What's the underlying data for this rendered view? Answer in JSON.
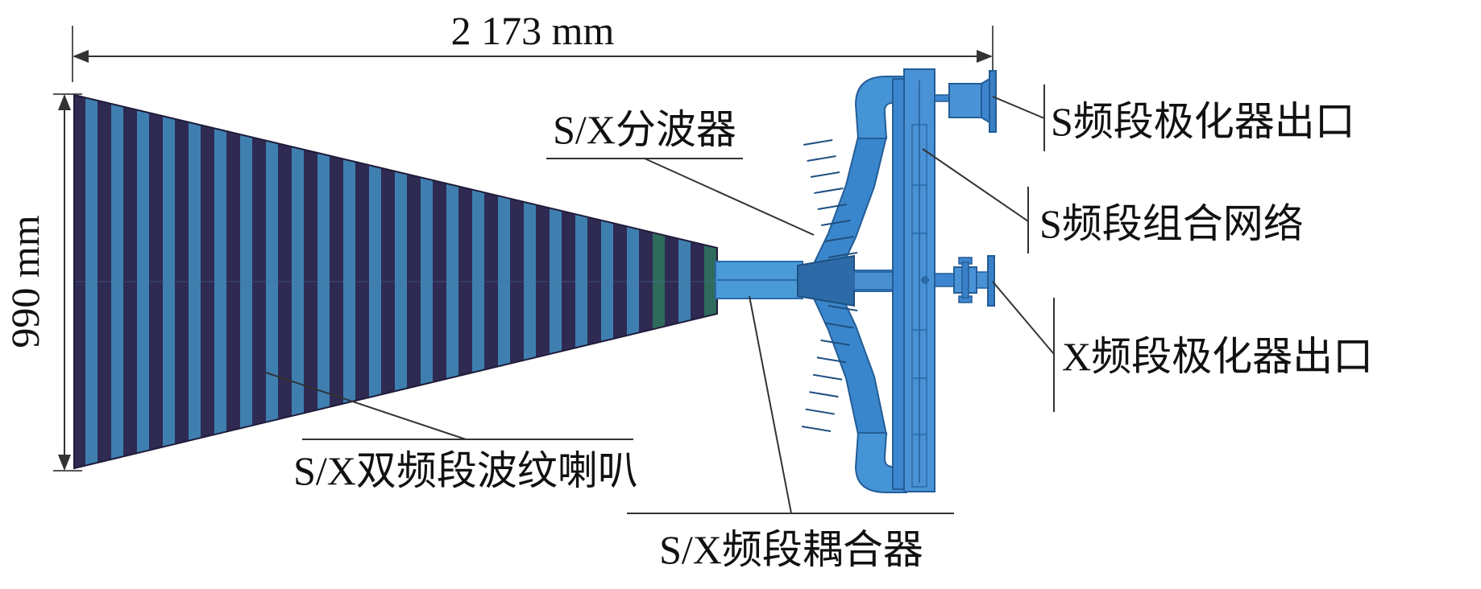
{
  "dimensions": {
    "width_label": "2 173 mm",
    "height_label": "990 mm"
  },
  "labels": {
    "sx_diplexer": "S/X分波器",
    "s_polarizer_outlet": "S频段极化器出口",
    "s_combining_network": "S频段组合网络",
    "x_polarizer_outlet": "X频段极化器出口",
    "sx_corrugated_horn": "S/X双频段波纹喇叭",
    "sx_coupler": "S/X频段耦合器"
  },
  "colors": {
    "horn_dark": "#2e2a52",
    "horn_light": "#3f7fb0",
    "horn_green": "#2f6b5c",
    "waveguide": "#4a8fd0",
    "waveguide_dark": "#2f6fae",
    "network": "#3d86cf",
    "line": "#333333"
  }
}
